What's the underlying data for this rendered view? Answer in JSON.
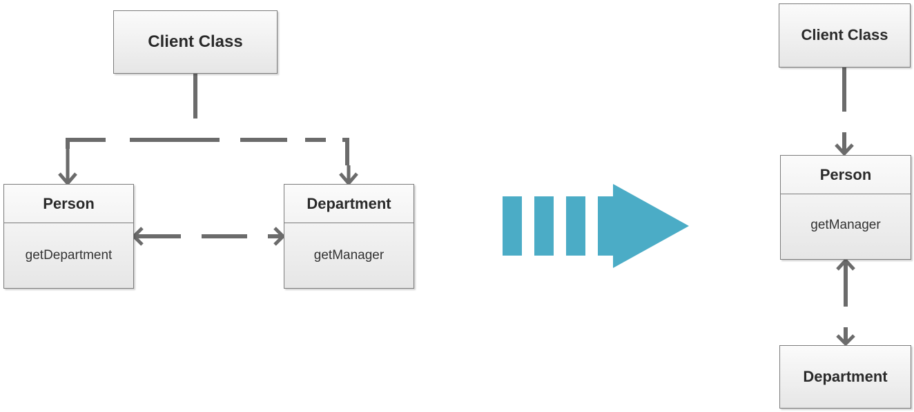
{
  "before": {
    "client": {
      "title": "Client Class"
    },
    "person": {
      "title": "Person",
      "method": "getDepartment"
    },
    "department": {
      "title": "Department",
      "method": "getManager"
    }
  },
  "after": {
    "client": {
      "title": "Client Class"
    },
    "person": {
      "title": "Person",
      "method": "getManager"
    },
    "department": {
      "title": "Department"
    }
  },
  "colors": {
    "line": "#6b6b6b",
    "arrow": "#4bacc6",
    "box_border": "#7a7a7a"
  }
}
